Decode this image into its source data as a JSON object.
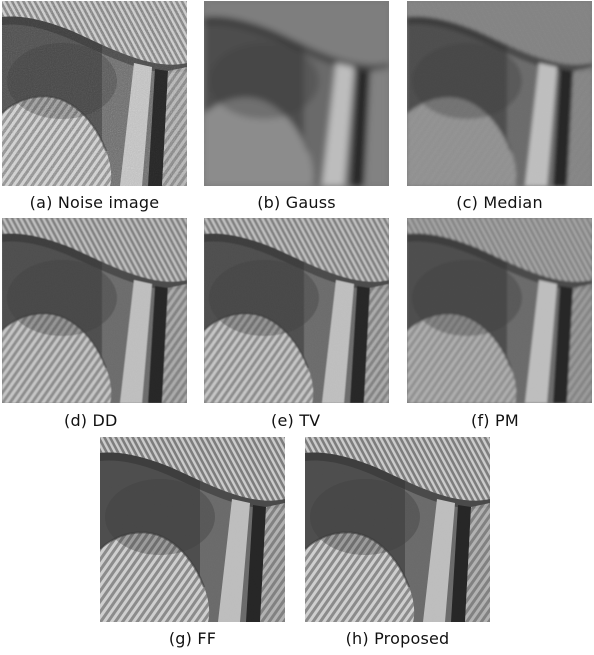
{
  "figure": {
    "panels": [
      {
        "id": "a",
        "caption": "(a) Noise image",
        "rendition": "noisy"
      },
      {
        "id": "b",
        "caption": "(b) Gauss",
        "rendition": "blurred"
      },
      {
        "id": "c",
        "caption": "(c) Median",
        "rendition": "median"
      },
      {
        "id": "d",
        "caption": "(d) DD",
        "rendition": "diffusion"
      },
      {
        "id": "e",
        "caption": "(e) TV",
        "rendition": "diffusion"
      },
      {
        "id": "f",
        "caption": "(f) PM",
        "rendition": "smoothed"
      },
      {
        "id": "g",
        "caption": "(g) FF",
        "rendition": "sharp"
      },
      {
        "id": "h",
        "caption": "(h) Proposed",
        "rendition": "sharp"
      }
    ]
  }
}
